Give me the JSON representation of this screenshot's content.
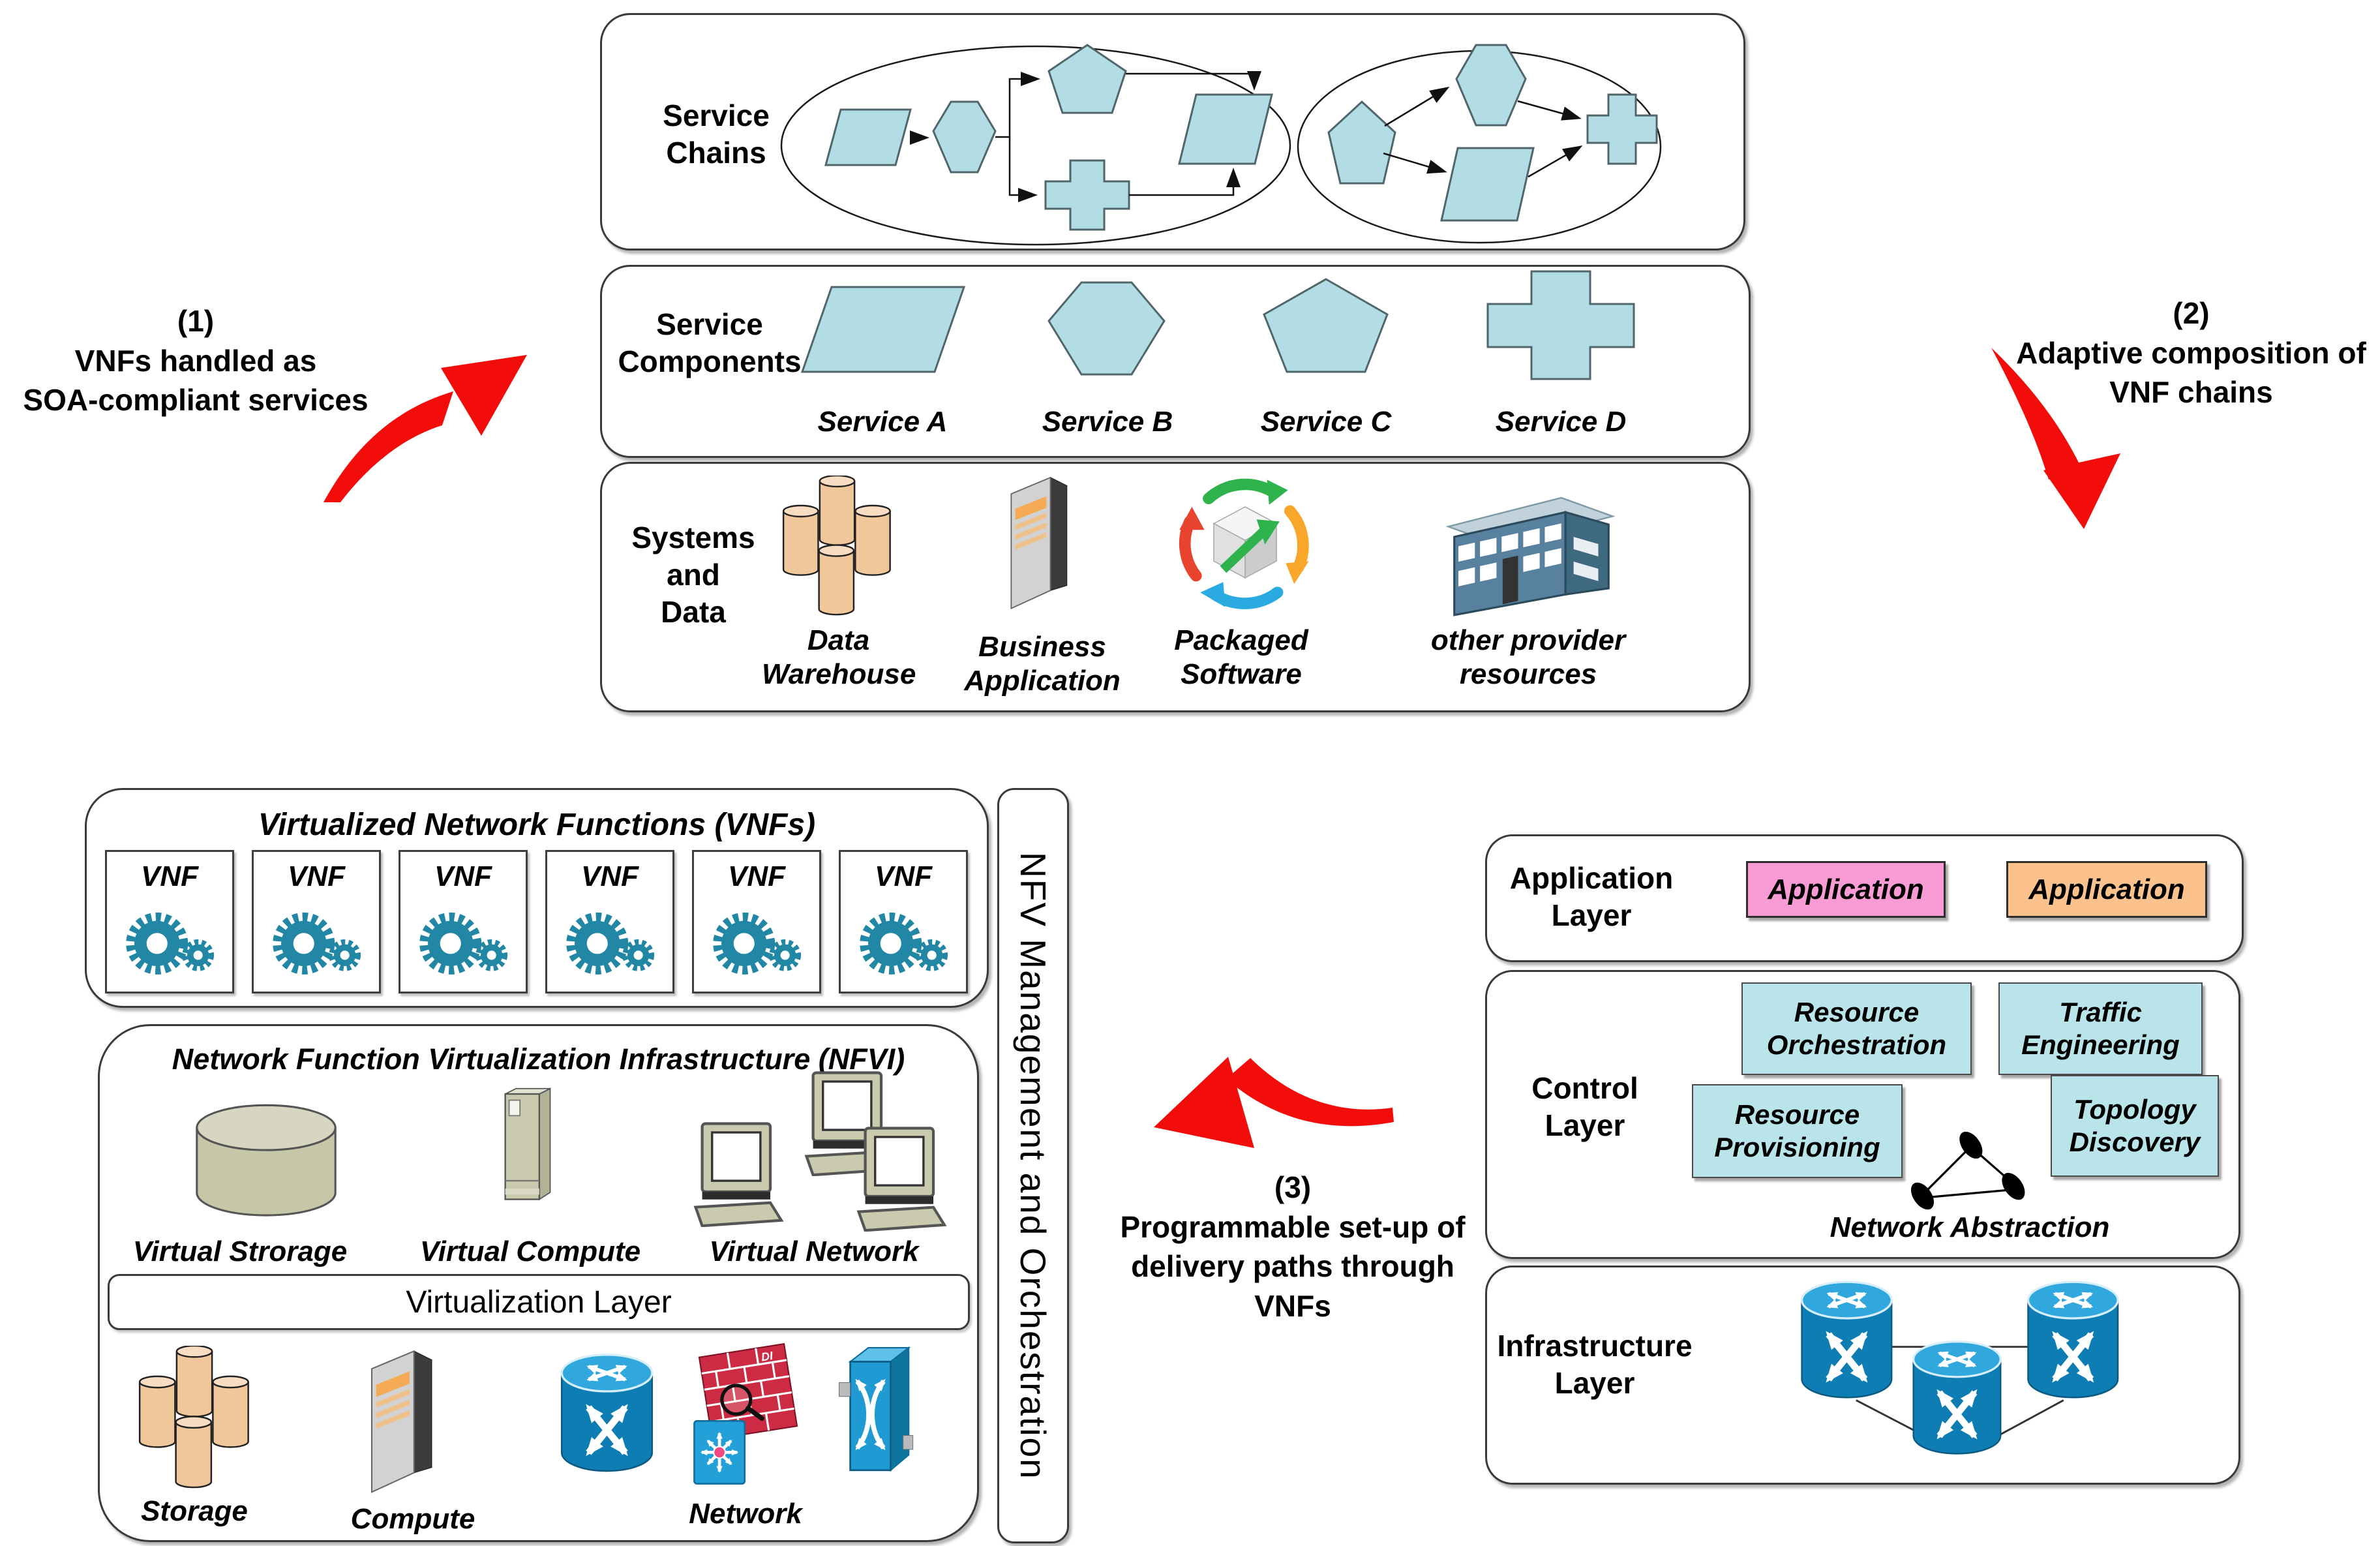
{
  "colors": {
    "accent-red": "#f20d0a",
    "shape-fill": "#b2dde4",
    "cyan-box": "#b9e4ea",
    "pink-app": "#f99cd6",
    "orange-app": "#fbc28e",
    "gear-teal": "#2187a5",
    "router-blue": "#0e7db3",
    "router-top": "#31a8dd",
    "tan-body": "#f0c69b",
    "tan-top": "#f9ddc2",
    "olive-body": "#c6c6a9",
    "olive-top": "#d7d7c1",
    "brick-red": "#cd2b43",
    "switch-blue": "#1f9ad2"
  },
  "top": {
    "service_chains_label": "Service\nChains",
    "service_components_label": "Service\nComponents",
    "systems_data_label": "Systems\nand\nData",
    "services": [
      {
        "label": "Service A",
        "shape": "parallelogram"
      },
      {
        "label": "Service B",
        "shape": "hexagon"
      },
      {
        "label": "Service C",
        "shape": "pentagon"
      },
      {
        "label": "Service D",
        "shape": "cross"
      }
    ],
    "systems": [
      {
        "label": "Data\nWarehouse",
        "icon": "database-cylinders-icon"
      },
      {
        "label": "Business\nApplication",
        "icon": "server-tower-icon"
      },
      {
        "label": "Packaged\nSoftware",
        "icon": "packaged-software-icon"
      },
      {
        "label": "other provider\nresources",
        "icon": "office-building-icon"
      }
    ]
  },
  "annotations": [
    {
      "text": "(1)\nVNFs handled as\nSOA-compliant services"
    },
    {
      "text": "(2)\nAdaptive composition of\nVNF chains"
    },
    {
      "text": "(3)\nProgrammable set-up of\ndelivery paths through VNFs"
    }
  ],
  "vnf_section": {
    "title": "Virtualized Network Functions (VNFs)",
    "cards": [
      {
        "label": "VNF"
      },
      {
        "label": "VNF"
      },
      {
        "label": "VNF"
      },
      {
        "label": "VNF"
      },
      {
        "label": "VNF"
      },
      {
        "label": "VNF"
      }
    ]
  },
  "nfvi": {
    "title": "Network Function Virtualization Infrastructure (NFVI)",
    "virtual_labels": [
      {
        "label": "Virtual Strorage"
      },
      {
        "label": "Virtual Compute"
      },
      {
        "label": "Virtual Network"
      }
    ],
    "virtualization_layer_label": "Virtualization Layer",
    "physical_labels": [
      {
        "label": "Storage"
      },
      {
        "label": "Compute"
      },
      {
        "label": "Network"
      }
    ],
    "firewall_badge": "DI"
  },
  "mano_label": "NFV Management and Orchestration",
  "right": {
    "application_layer": {
      "label": "Application\nLayer",
      "apps": [
        {
          "label": "Application"
        },
        {
          "label": "Application"
        }
      ]
    },
    "control_layer": {
      "label": "Control\nLayer",
      "modules": [
        {
          "label": "Resource\nOrchestration"
        },
        {
          "label": "Traffic\nEngineering"
        },
        {
          "label": "Resource\nProvisioning"
        },
        {
          "label": "Topology\nDiscovery"
        }
      ],
      "network_abstraction_label": "Network Abstraction"
    },
    "infrastructure_layer": {
      "label": "Infrastructure\nLayer"
    }
  }
}
